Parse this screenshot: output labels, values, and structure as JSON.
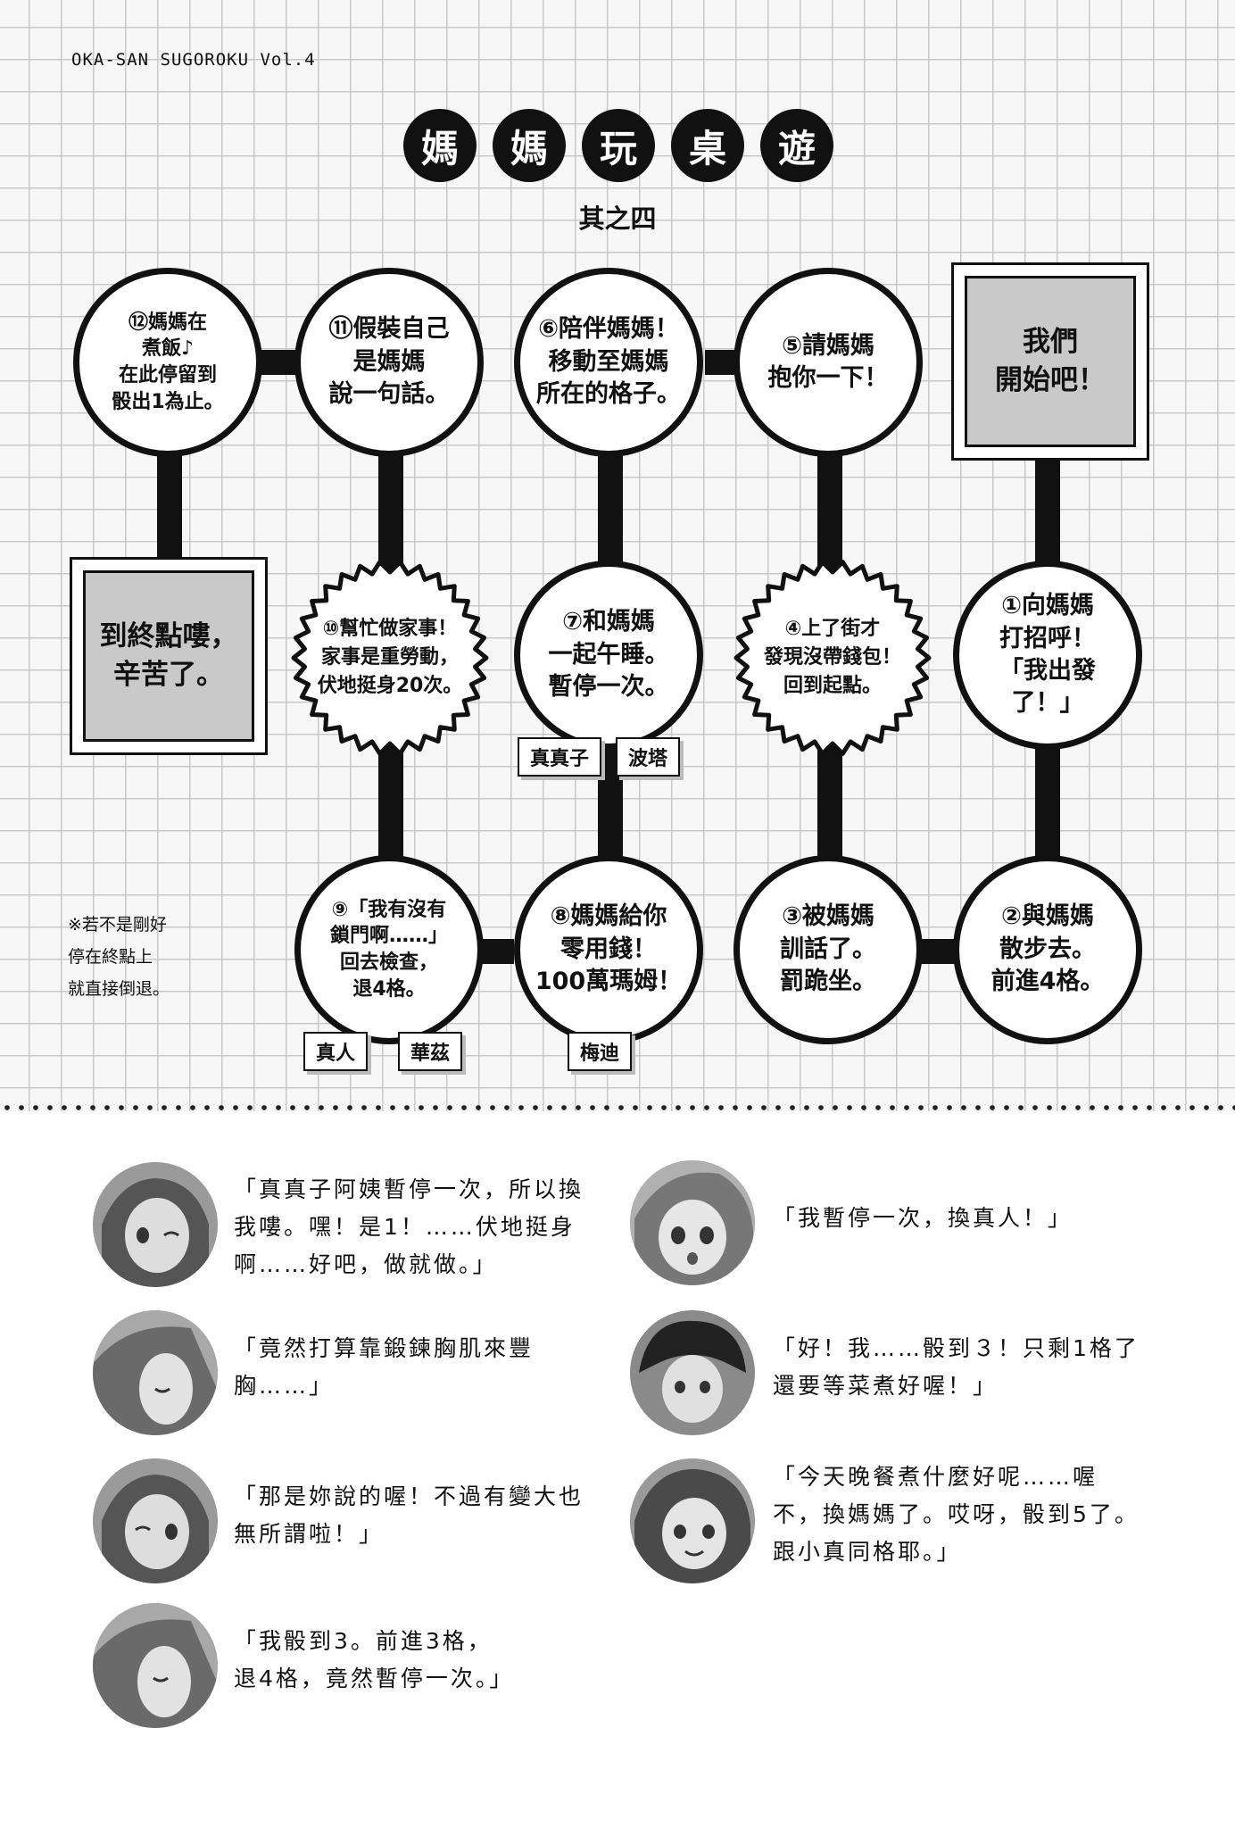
{
  "series": "OKA-SAN SUGOROKU Vol.4",
  "title_chars": [
    "媽",
    "媽",
    "玩",
    "桌",
    "遊"
  ],
  "subtitle": "其之四",
  "start": [
    "我們",
    "開始吧！"
  ],
  "goal": [
    "到終點嘍，",
    "辛苦了。"
  ],
  "cells": {
    "c1": [
      "①向媽媽",
      "打招呼！",
      "「我出發",
      "了！」"
    ],
    "c2": [
      "②與媽媽",
      "散步去。",
      "前進4格。"
    ],
    "c3": [
      "③被媽媽",
      "訓話了。",
      "罰跪坐。"
    ],
    "c4": [
      "④上了街才",
      "發現沒帶錢包！",
      "回到起點。"
    ],
    "c5": [
      "⑤請媽媽",
      "抱你一下！"
    ],
    "c6": [
      "⑥陪伴媽媽！",
      "移動至媽媽",
      "所在的格子。"
    ],
    "c7": [
      "⑦和媽媽",
      "一起午睡。",
      "暫停一次。"
    ],
    "c8": [
      "⑧媽媽給你",
      "零用錢！",
      "100萬瑪姆！"
    ],
    "c9": [
      "⑨「我有沒有",
      "鎖門啊……」",
      "回去檢查，",
      "退4格。"
    ],
    "c10": [
      "⑩幫忙做家事！",
      "家事是重勞動，",
      "伏地挺身20次。"
    ],
    "c11": [
      "⑪假裝自己",
      "是媽媽",
      "說一句話。"
    ],
    "c12": [
      "⑫媽媽在",
      "煮飯♪",
      "在此停留到",
      "骰出1為止。"
    ]
  },
  "tags": {
    "t7a": "真真子",
    "t7b": "波塔",
    "t9a": "真人",
    "t9b": "華茲",
    "t8": "梅迪"
  },
  "note": [
    "※若不是剛好",
    "停在終點上",
    "就直接倒退。"
  ],
  "quotes": {
    "q1": [
      "「真真子阿姨暫停一次，所以換",
      "我嘍。嘿！是1！……伏地挺身",
      "啊……好吧，做就做。」"
    ],
    "q2": [
      "「竟然打算靠鍛鍊胸肌來豐",
      "胸……」"
    ],
    "q3": [
      "「那是妳說的喔！不過有變大也",
      "無所謂啦！」"
    ],
    "q4": [
      "「我骰到3。前進3格，",
      "退4格，竟然暫停一次。」"
    ],
    "q5": [
      "「我暫停一次，換真人！」"
    ],
    "q6": [
      "「好！我……骰到３！只剩1格了",
      "還要等菜煮好喔！」"
    ],
    "q7": [
      "「今天晚餐煮什麼好呢……喔",
      "不，換媽媽了。哎呀，骰到5了。",
      "跟小真同格耶。」"
    ]
  },
  "avatars": {
    "a1": "character-avatar-amane",
    "a2": "character-avatar-wise",
    "a3": "character-avatar-amane-wink",
    "a4": "character-avatar-wise-side",
    "a5": "character-avatar-porta",
    "a6": "character-avatar-masato",
    "a7": "character-avatar-mamako"
  }
}
